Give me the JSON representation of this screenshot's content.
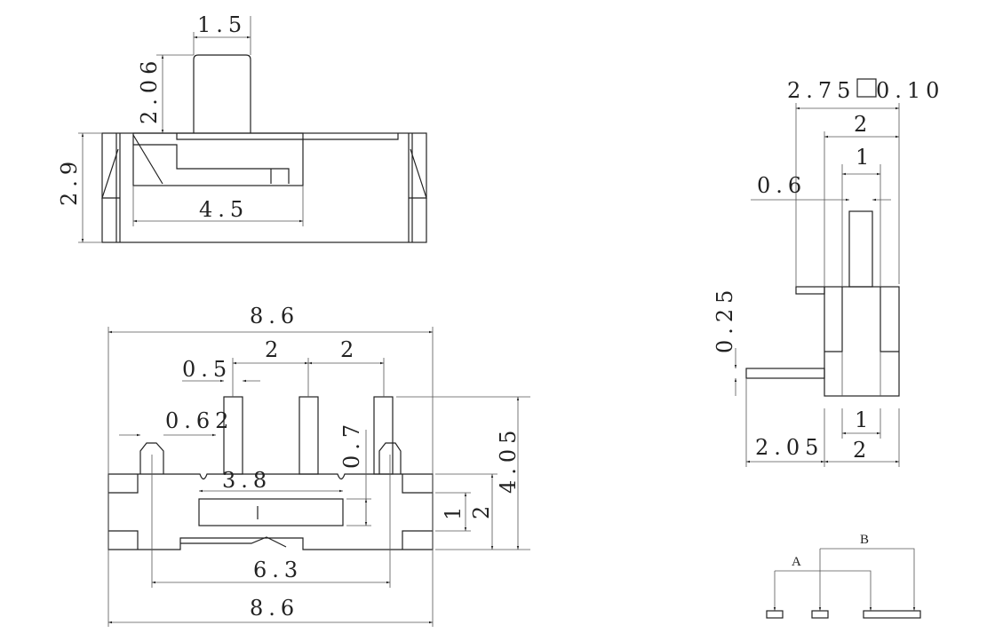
{
  "top_view": {
    "actuator_width": "1.5",
    "actuator_height": "2.06",
    "body_height": "2.9",
    "slider_travel": "4.5"
  },
  "front_view": {
    "overall_width_top": "8.6",
    "pin_pitch_1": "2",
    "pin_pitch_2": "2",
    "pin_width": "0.5",
    "post_width": "0.62",
    "pin_length": "0.7",
    "slot_width": "3.8",
    "post_spacing": "6.3",
    "overall_width_bottom": "8.6",
    "total_height": "4.05",
    "body_height": "2",
    "slot_height": "1"
  },
  "side_view": {
    "overall_depth": "2.75",
    "tolerance_symbol": "□",
    "tolerance": "0.10",
    "body_depth_top": "2",
    "actuator_width_top": "1",
    "actuator_thickness": "0.6",
    "lead_thickness": "0.25",
    "lead_extension": "2.05",
    "body_depth_bottom": "2",
    "actuator_width_bottom": "1"
  },
  "schematic": {
    "label_a": "A",
    "label_b": "B"
  },
  "colors": {
    "line": "#222222",
    "dim": "#555555"
  }
}
